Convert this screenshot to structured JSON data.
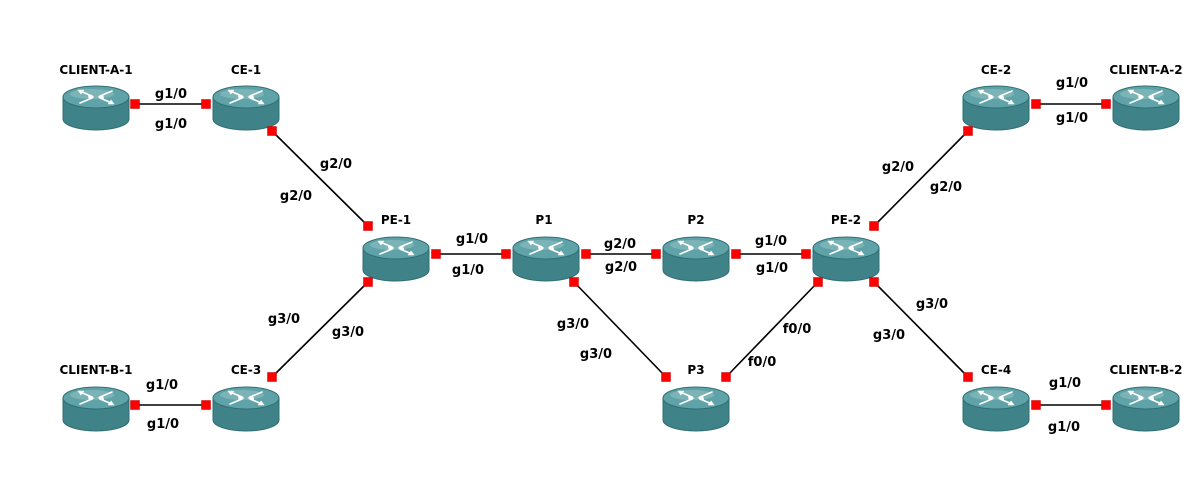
{
  "colors": {
    "router_top": "#5fa3a8",
    "router_side": "#3f8288",
    "router_edge": "#2f6f74",
    "port": "#ff0000",
    "link": "#000000"
  },
  "routers": [
    {
      "id": "client-a-1",
      "label": "CLIENT-A-1",
      "icon": "router-icon"
    },
    {
      "id": "ce-1",
      "label": "CE-1",
      "icon": "router-icon"
    },
    {
      "id": "ce-2",
      "label": "CE-2",
      "icon": "router-icon"
    },
    {
      "id": "client-a-2",
      "label": "CLIENT-A-2",
      "icon": "router-icon"
    },
    {
      "id": "pe-1",
      "label": "PE-1",
      "icon": "router-icon"
    },
    {
      "id": "p1",
      "label": "P1",
      "icon": "router-icon"
    },
    {
      "id": "p2",
      "label": "P2",
      "icon": "router-icon"
    },
    {
      "id": "pe-2",
      "label": "PE-2",
      "icon": "router-icon"
    },
    {
      "id": "client-b-1",
      "label": "CLIENT-B-1",
      "icon": "router-icon"
    },
    {
      "id": "ce-3",
      "label": "CE-3",
      "icon": "router-icon"
    },
    {
      "id": "p3",
      "label": "P3",
      "icon": "router-icon"
    },
    {
      "id": "ce-4",
      "label": "CE-4",
      "icon": "router-icon"
    },
    {
      "id": "client-b-2",
      "label": "CLIENT-B-2",
      "icon": "router-icon"
    }
  ],
  "links": [
    {
      "id": "client-a-1--ce-1",
      "a": "CLIENT-A-1",
      "a_if": "g1/0",
      "b": "CE-1",
      "b_if": "g1/0"
    },
    {
      "id": "ce-1--pe-1",
      "a": "CE-1",
      "a_if": "g2/0",
      "b": "PE-1",
      "b_if": "g2/0"
    },
    {
      "id": "pe-1--p1",
      "a": "PE-1",
      "a_if": "g1/0",
      "b": "P1",
      "b_if": "g1/0"
    },
    {
      "id": "p1--p2",
      "a": "P1",
      "a_if": "g2/0",
      "b": "P2",
      "b_if": "g2/0"
    },
    {
      "id": "p2--pe-2",
      "a": "P2",
      "a_if": "g1/0",
      "b": "PE-2",
      "b_if": "g1/0"
    },
    {
      "id": "pe-2--ce-2",
      "a": "PE-2",
      "a_if": "g2/0",
      "b": "CE-2",
      "b_if": "g2/0"
    },
    {
      "id": "ce-2--client-a-2",
      "a": "CE-2",
      "a_if": "g1/0",
      "b": "CLIENT-A-2",
      "b_if": "g1/0"
    },
    {
      "id": "pe-1--ce-3",
      "a": "PE-1",
      "a_if": "g3/0",
      "b": "CE-3",
      "b_if": "g3/0"
    },
    {
      "id": "client-b-1--ce-3",
      "a": "CLIENT-B-1",
      "a_if": "g1/0",
      "b": "CE-3",
      "b_if": "g1/0"
    },
    {
      "id": "p1--p3",
      "a": "P1",
      "a_if": "g3/0",
      "b": "P3",
      "b_if": "g3/0"
    },
    {
      "id": "p3--pe-2",
      "a": "P3",
      "a_if": "f0/0",
      "b": "PE-2",
      "b_if": "f0/0"
    },
    {
      "id": "pe-2--ce-4",
      "a": "PE-2",
      "a_if": "g3/0",
      "b": "CE-4",
      "b_if": "g3/0"
    },
    {
      "id": "ce-4--client-b-2",
      "a": "CE-4",
      "a_if": "g1/0",
      "b": "CLIENT-B-2",
      "b_if": "g1/0"
    }
  ]
}
